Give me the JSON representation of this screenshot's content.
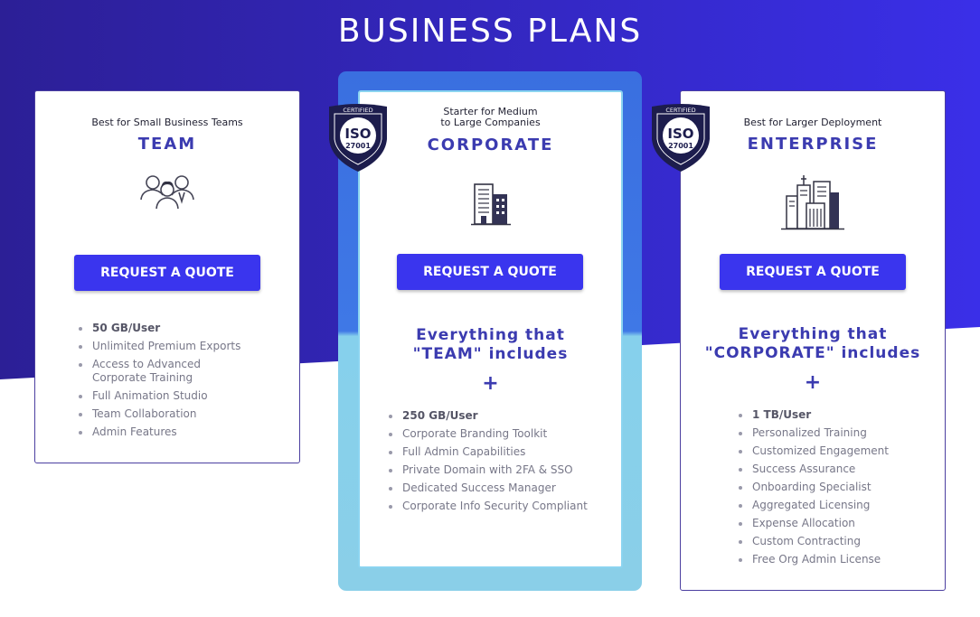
{
  "page": {
    "title": "BUSINESS PLANS"
  },
  "colors": {
    "background_dark": "#2c1f96",
    "background_accent": "#3a2fe8",
    "button": "#3a35ee",
    "plan_name": "#3b3bb0",
    "highlight_top": "#3a6fe0",
    "highlight_bottom": "#86d0ec"
  },
  "badge": {
    "top_text": "CERTIFIED",
    "main_text": "ISO",
    "number": "27001"
  },
  "plans": [
    {
      "subtitle": "Best for Small Business Teams",
      "name": "TEAM",
      "icon": "team-people-icon",
      "cta_label": "REQUEST A QUOTE",
      "features": [
        "50 GB/User",
        "Unlimited Premium Exports",
        "Access to Advanced Corporate Training",
        "Full Animation Studio",
        "Team Collaboration",
        "Admin Features"
      ]
    },
    {
      "subtitle_line1": "Starter for Medium",
      "subtitle_line2": "to Large Companies",
      "name": "CORPORATE",
      "icon": "office-building-icon",
      "cta_label": "REQUEST A QUOTE",
      "everything_line1": "Everything that",
      "everything_line2": "\"TEAM\" includes",
      "plus": "+",
      "features": [
        "250 GB/User",
        "Corporate Branding Toolkit",
        "Full Admin Capabilities",
        "Private Domain with 2FA & SSO",
        "Dedicated Success Manager",
        "Corporate Info Security Compliant"
      ]
    },
    {
      "subtitle": "Best for Larger Deployment",
      "name": "ENTERPRISE",
      "icon": "city-skyline-icon",
      "cta_label": "REQUEST A QUOTE",
      "everything_line1": "Everything that",
      "everything_line2": "\"CORPORATE\" includes",
      "plus": "+",
      "features": [
        "1 TB/User",
        "Personalized Training",
        "Customized Engagement",
        "Success Assurance",
        "Onboarding Specialist",
        "Aggregated Licensing",
        "Expense Allocation",
        "Custom Contracting",
        "Free Org Admin License"
      ]
    }
  ]
}
